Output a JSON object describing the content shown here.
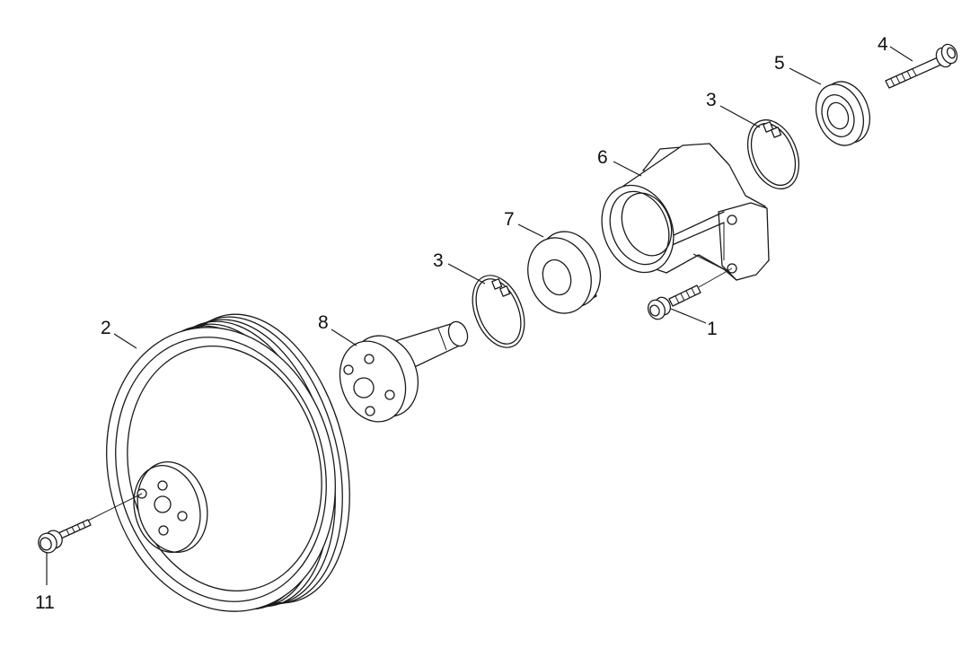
{
  "diagram": {
    "callouts": {
      "bolt_1": "1",
      "pulley_2": "2",
      "snap_ring_3_upper": "3",
      "snap_ring_3_lower": "3",
      "bolt_4": "4",
      "seal_5": "5",
      "housing_6": "6",
      "bearing_7": "7",
      "shaft_hub_8": "8",
      "bolt_11": "11"
    }
  }
}
